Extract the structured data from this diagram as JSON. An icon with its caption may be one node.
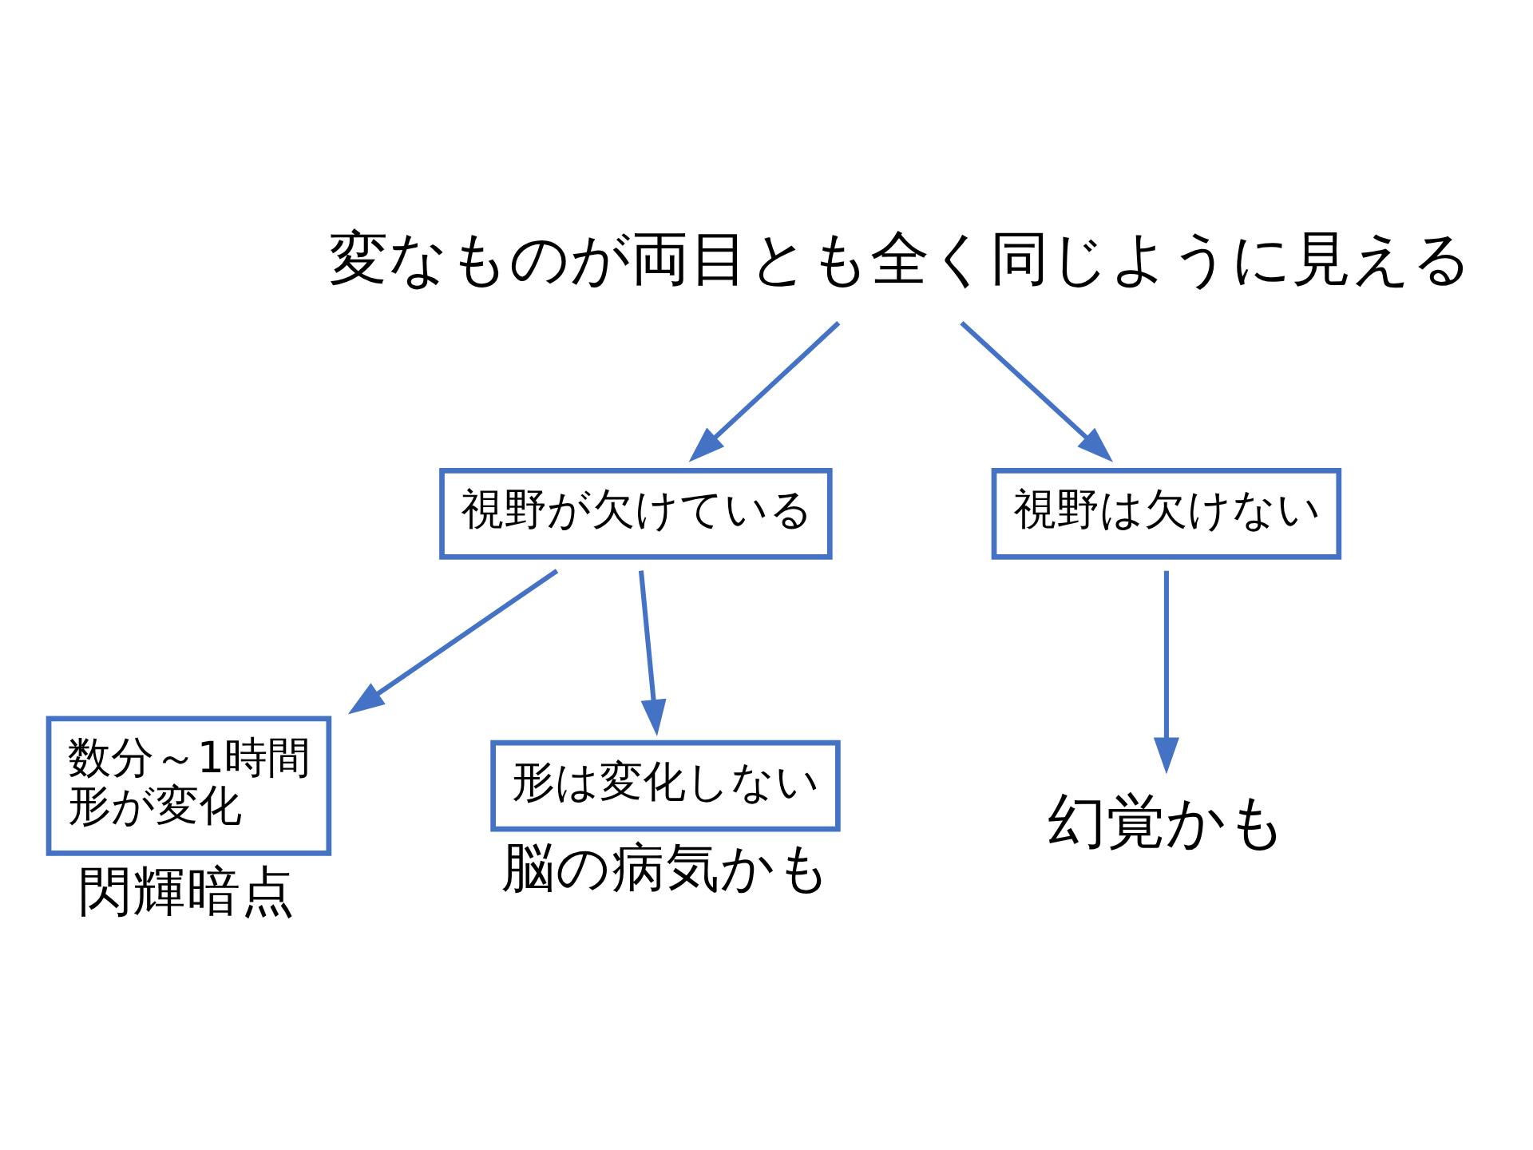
{
  "diagram": {
    "nodes": [
      {
        "text": [
          "変なものが両目とも全く同じように見える"
        ]
      },
      {
        "text": [
          "視野が欠けている"
        ]
      },
      {
        "text": [
          "視野は欠けない"
        ]
      },
      {
        "text": [
          "数分～1時間",
          "形が変化"
        ],
        "beside": [
          "閃輝暗点"
        ]
      },
      {
        "text": [
          "形は変化しない"
        ],
        "beside": [
          "脳の病気かも"
        ]
      },
      {
        "text": [
          "幻覚かも"
        ]
      }
    ],
    "edges": [
      {
        "from": 0,
        "to": 1,
        "arrow": "to"
      },
      {
        "from": 0,
        "to": 2,
        "arrow": "to"
      },
      {
        "from": 1,
        "to": 3,
        "arrow": "to"
      },
      {
        "from": 1,
        "to": 4,
        "arrow": "to"
      },
      {
        "from": 2,
        "to": 5,
        "arrow": "to"
      }
    ]
  }
}
